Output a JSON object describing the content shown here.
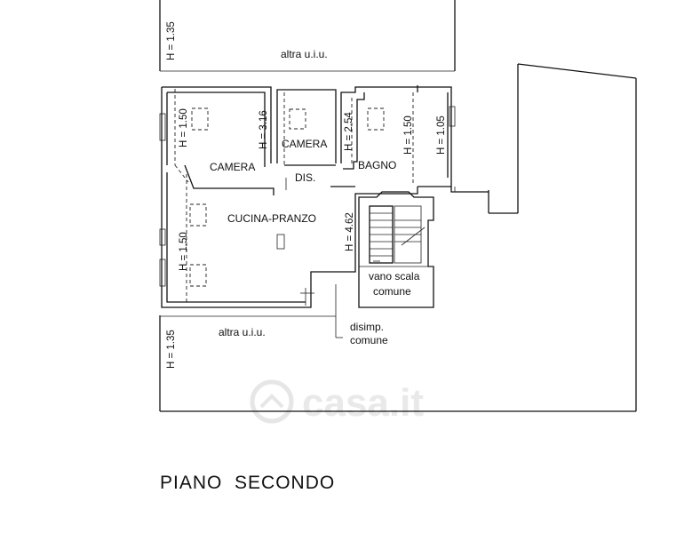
{
  "plan": {
    "title": "PIANO  SECONDO",
    "watermark": "casa.it",
    "rooms": {
      "camera_1": "CAMERA",
      "camera_2": "CAMERA",
      "bagno": "BAGNO",
      "dis": "DIS.",
      "cucina_pranzo": "CUCINA-PRANZO",
      "vano_scala_1": "vano scala",
      "vano_scala_2": "comune",
      "disimp_1": "disimp.",
      "disimp_2": "comune",
      "altra_uiu_top": "altra u.i.u.",
      "altra_uiu_bottom": "altra u.i.u."
    },
    "heights": {
      "top_left": "H = 1.35",
      "camera_1_left": "H = 1.50",
      "camera_1_right": "H = 3.16",
      "camera_2_right": "H = 2.54",
      "bagno_center": "H = 1.50",
      "bagno_right": "H = 1.05",
      "cucina_left": "H = 1.50",
      "cucina_right": "H = 4.62",
      "bottom_left": "H = 1.35"
    }
  }
}
